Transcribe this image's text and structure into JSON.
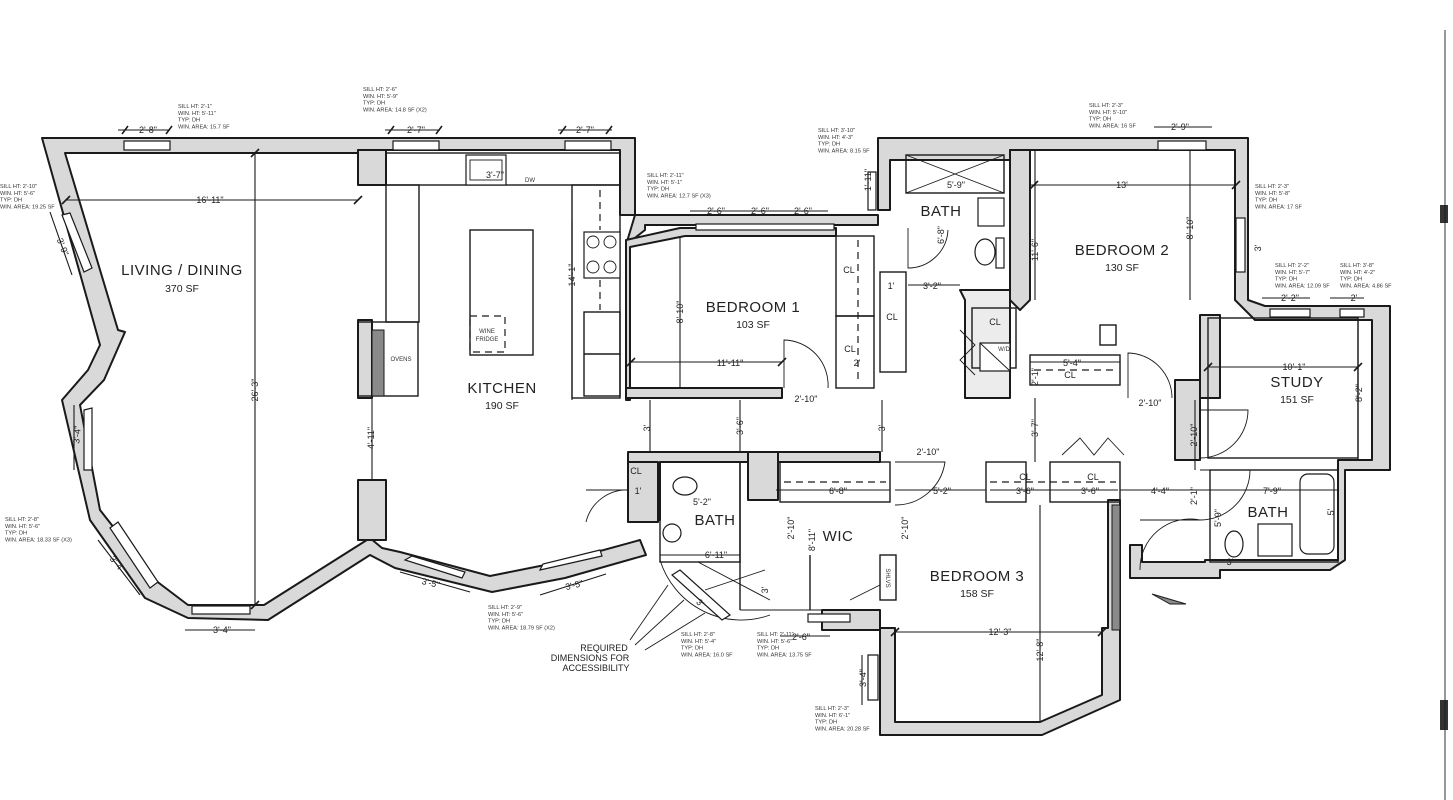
{
  "rooms": {
    "living": {
      "name": "LIVING / DINING",
      "area": "370 SF"
    },
    "kitchen": {
      "name": "KITCHEN",
      "area": "190 SF"
    },
    "bed1": {
      "name": "BEDROOM 1",
      "area": "103 SF"
    },
    "bed2": {
      "name": "BEDROOM 2",
      "area": "130 SF"
    },
    "bed3": {
      "name": "BEDROOM 3",
      "area": "158 SF"
    },
    "study": {
      "name": "STUDY",
      "area": "151 SF"
    },
    "bath_top": {
      "name": "BATH"
    },
    "bath_mid": {
      "name": "BATH"
    },
    "bath_right": {
      "name": "BATH"
    },
    "wic": {
      "name": "WIC"
    }
  },
  "labels": {
    "cl": "CL",
    "shlvs": "SHLVS",
    "ovens": "OVENS",
    "wine_1": "WINE",
    "wine_2": "FRIDGE",
    "dw": "DW",
    "wd": "W/D",
    "access_1": "REQUIRED",
    "access_2": "DIMENSIONS FOR",
    "access_3": "ACCESSIBILITY"
  },
  "dims": {
    "d_2_8": "2'-8\"",
    "d_2_7a": "2'-7\"",
    "d_2_7b": "2'-7\"",
    "d_16_11": "16'-11\"",
    "d_26_3": "26'-3\"",
    "d_4_11": "4'-11\"",
    "d_3_9": "3'-9\"",
    "d_3_4a": "3'-4\"",
    "d_3_4b": "3'-4\"",
    "d_3_4c": "3'-4\"",
    "d_3_5a": "3'-5\"",
    "d_3_5b": "3'-5\"",
    "d_3_7": "3'-7\"",
    "d_14_1": "14'-1\"",
    "d_2_6a": "2'-6\"",
    "d_2_6b": "2'-6\"",
    "d_2_6c": "2'-6\"",
    "d_8_10a": "8'-10\"",
    "d_11_11": "11'-11\"",
    "d_2_10a": "2'-10\"",
    "d_3a": "3'",
    "d_3_6a": "3'-6\"",
    "d_3b": "3'",
    "d_2": "2'",
    "d_1_11": "1'-11\"",
    "d_5_9a": "5'-9\"",
    "d_6_8a": "6'-8\"",
    "d_1": "1'",
    "d_3_2": "3'-2\"",
    "d_13": "13'",
    "d_8_10b": "8'-10\"",
    "d_11_6": "11'-6\"",
    "d_3c": "3'",
    "d_2_9": "2'-9\"",
    "d_2_2": "2'-2\"",
    "d_2b": "2'",
    "d_10_1": "10'-1\"",
    "d_8_2": "8'-2\"",
    "d_5_4": "5'-4\"",
    "d_2_1": "2'-1\"",
    "d_2_10b": "2'-10\"",
    "d_3_7b": "3'-7\"",
    "d_2_10c": "2'-10\"",
    "d_2_10d": "2'-10\"",
    "d_5_2a": "5'-2\"",
    "d_6_8b": "6'-8\"",
    "d_5_2b": "5'-2\"",
    "d_3_6b": "3'-6\"",
    "d_3_6c": "3'-6\"",
    "d_4_4": "4'-4\"",
    "d_7_9": "7'-9\"",
    "d_2_1b": "2'-1\"",
    "d_5_9b": "5'-9\"",
    "d_3d": "3'",
    "d_5": "5'",
    "d_1b": "1'",
    "d_6_11": "6'-11\"",
    "d_2_10e": "2'-10\"",
    "d_2_10f": "2'-10\"",
    "d_8_11": "8'-11\"",
    "d_3e": "3'",
    "d_3f": "3'",
    "d_2_6d": "2'-6\"",
    "d_12_3": "12'-3\"",
    "d_12_8": "12'-8\"",
    "d_3_4d": "3'-4\""
  },
  "notes": {
    "n1": [
      "SILL HT: 2'-1\"",
      "WIN. HT: 5'-11\"",
      "TYP: DH",
      "WIN. AREA: 15.7 SF"
    ],
    "n2": [
      "SILL HT: 2'-6\"",
      "WIN. HT: 5'-9\"",
      "TYP: DH",
      "WIN. AREA: 14.8 SF (X2)"
    ],
    "n3": [
      "SILL HT: 2'-10\"",
      "WIN. HT: 5'-6\"",
      "TYP: DH",
      "WIN. AREA: 19.25 SF"
    ],
    "n4": [
      "SILL HT: 2'-11\"",
      "WIN. HT: 5'-1\"",
      "TYP: DH",
      "WIN. AREA: 12.7 SF (X3)"
    ],
    "n5": [
      "SILL HT: 3'-10\"",
      "WIN. HT: 4'-3\"",
      "TYP: DH",
      "WIN. AREA: 8.15 SF"
    ],
    "n6": [
      "SILL HT: 2'-3\"",
      "WIN. HT: 5'-10\"",
      "TYP: DH",
      "WIN. AREA: 16 SF"
    ],
    "n7": [
      "SILL HT: 2'-3\"",
      "WIN. HT: 5'-8\"",
      "TYP: DH",
      "WIN. AREA: 17 SF"
    ],
    "n8": [
      "SILL HT: 2'-2\"",
      "WIN. HT: 5'-7\"",
      "TYP: DH",
      "WIN. AREA: 12.09 SF"
    ],
    "n9": [
      "SILL HT: 3'-8\"",
      "WIN. HT: 4'-2\"",
      "TYP: DH",
      "WIN. AREA: 4.86 SF"
    ],
    "n10": [
      "SILL HT: 2'-8\"",
      "WIN. HT: 5'-6\"",
      "TYP: DH",
      "WIN. AREA: 18.33 SF (X3)"
    ],
    "n11": [
      "SILL HT: 2'-9\"",
      "WIN. HT: 5'-6\"",
      "TYP: DH",
      "WIN. AREA: 18.79 SF (X2)"
    ],
    "n12": [
      "SILL HT: 2'-8\"",
      "WIN. HT: 5'-4\"",
      "TYP: DH",
      "WIN. AREA: 16.0 SF"
    ],
    "n13": [
      "SILL HT: 2'-11\"",
      "WIN. HT: 5'-6\"",
      "TYP: DH",
      "WIN. AREA: 13.75 SF"
    ],
    "n14": [
      "SILL HT: 2'-3\"",
      "WIN. HT: 6'-1\"",
      "TYP: DH",
      "WIN. AREA: 20.28 SF"
    ]
  }
}
